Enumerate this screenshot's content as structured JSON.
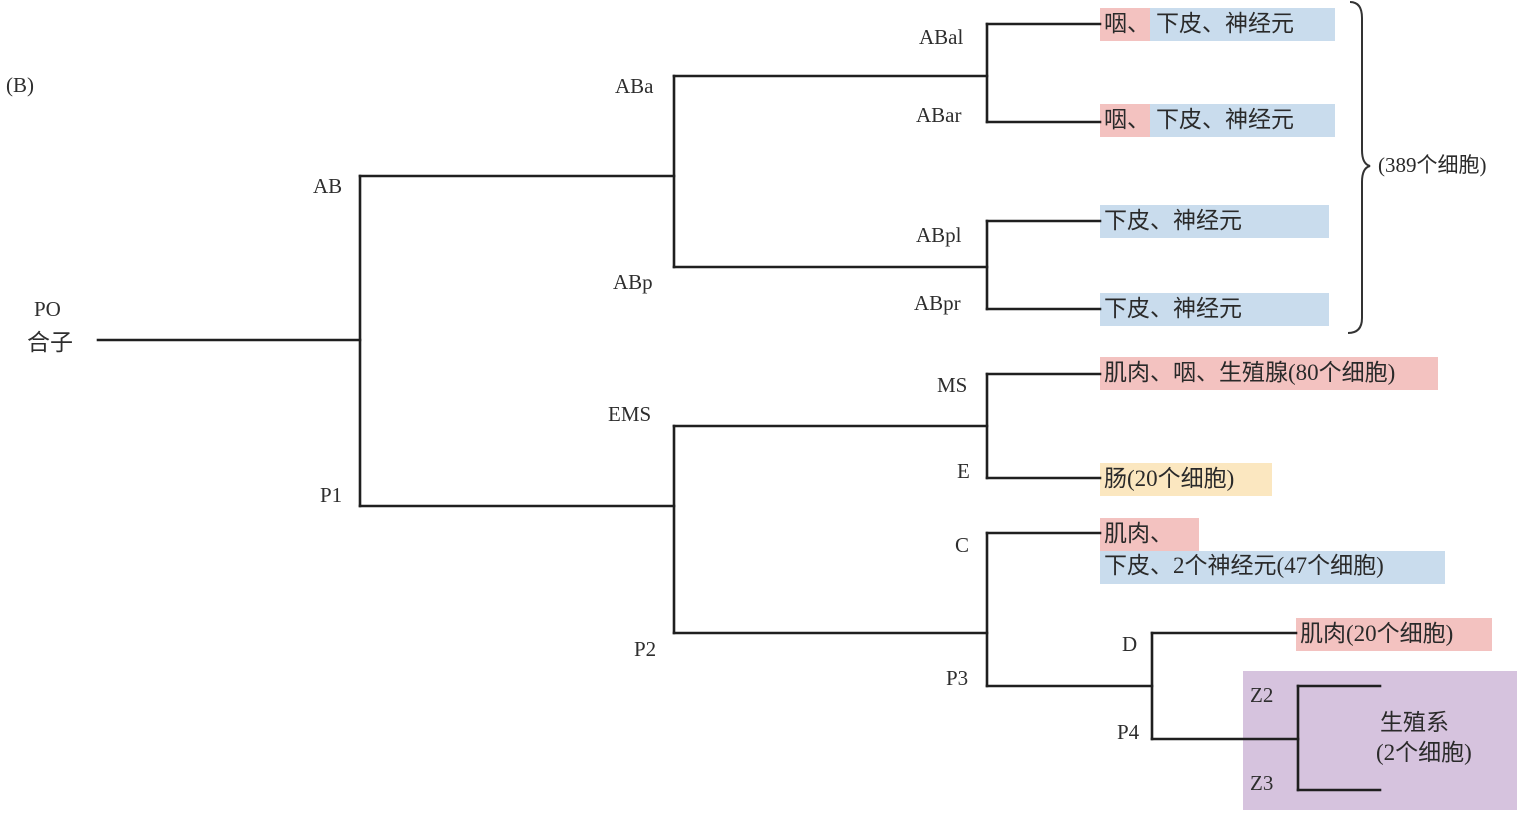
{
  "panel_label": "(B)",
  "nodes": {
    "zygote_line1": "PO",
    "zygote_line2": "合子",
    "ab": "AB",
    "p1": "P1",
    "aba": "ABa",
    "abp": "ABp",
    "ems": "EMS",
    "p2": "P2",
    "abal": "ABal",
    "abar": "ABar",
    "abpl": "ABpl",
    "abpr": "ABpr",
    "ms": "MS",
    "e": "E",
    "c": "C",
    "p3": "P3",
    "d": "D",
    "p4": "P4",
    "z2": "Z2",
    "z3": "Z3"
  },
  "fates": {
    "abal_pink": "咽、",
    "abal_blue": "下皮、神经元",
    "abar_pink": "咽、",
    "abar_blue": "下皮、神经元",
    "abpl": "下皮、神经元",
    "abpr": "下皮、神经元",
    "ms": "肌肉、咽、生殖腺(80个细胞)",
    "e": "肠(20个细胞)",
    "c_line1": "肌肉、",
    "c_line2": "下皮、2个神经元(47个细胞)",
    "d": "肌肉(20个细胞)",
    "germline_line1": "生殖系",
    "germline_line2": "(2个细胞)",
    "ab_total": "(389个细胞)"
  },
  "colors": {
    "pink": "#f3c2c0",
    "blue": "#c9dced",
    "yellow": "#fbe7c0",
    "purple": "#d6c3de",
    "line": "#1f1f1f"
  }
}
